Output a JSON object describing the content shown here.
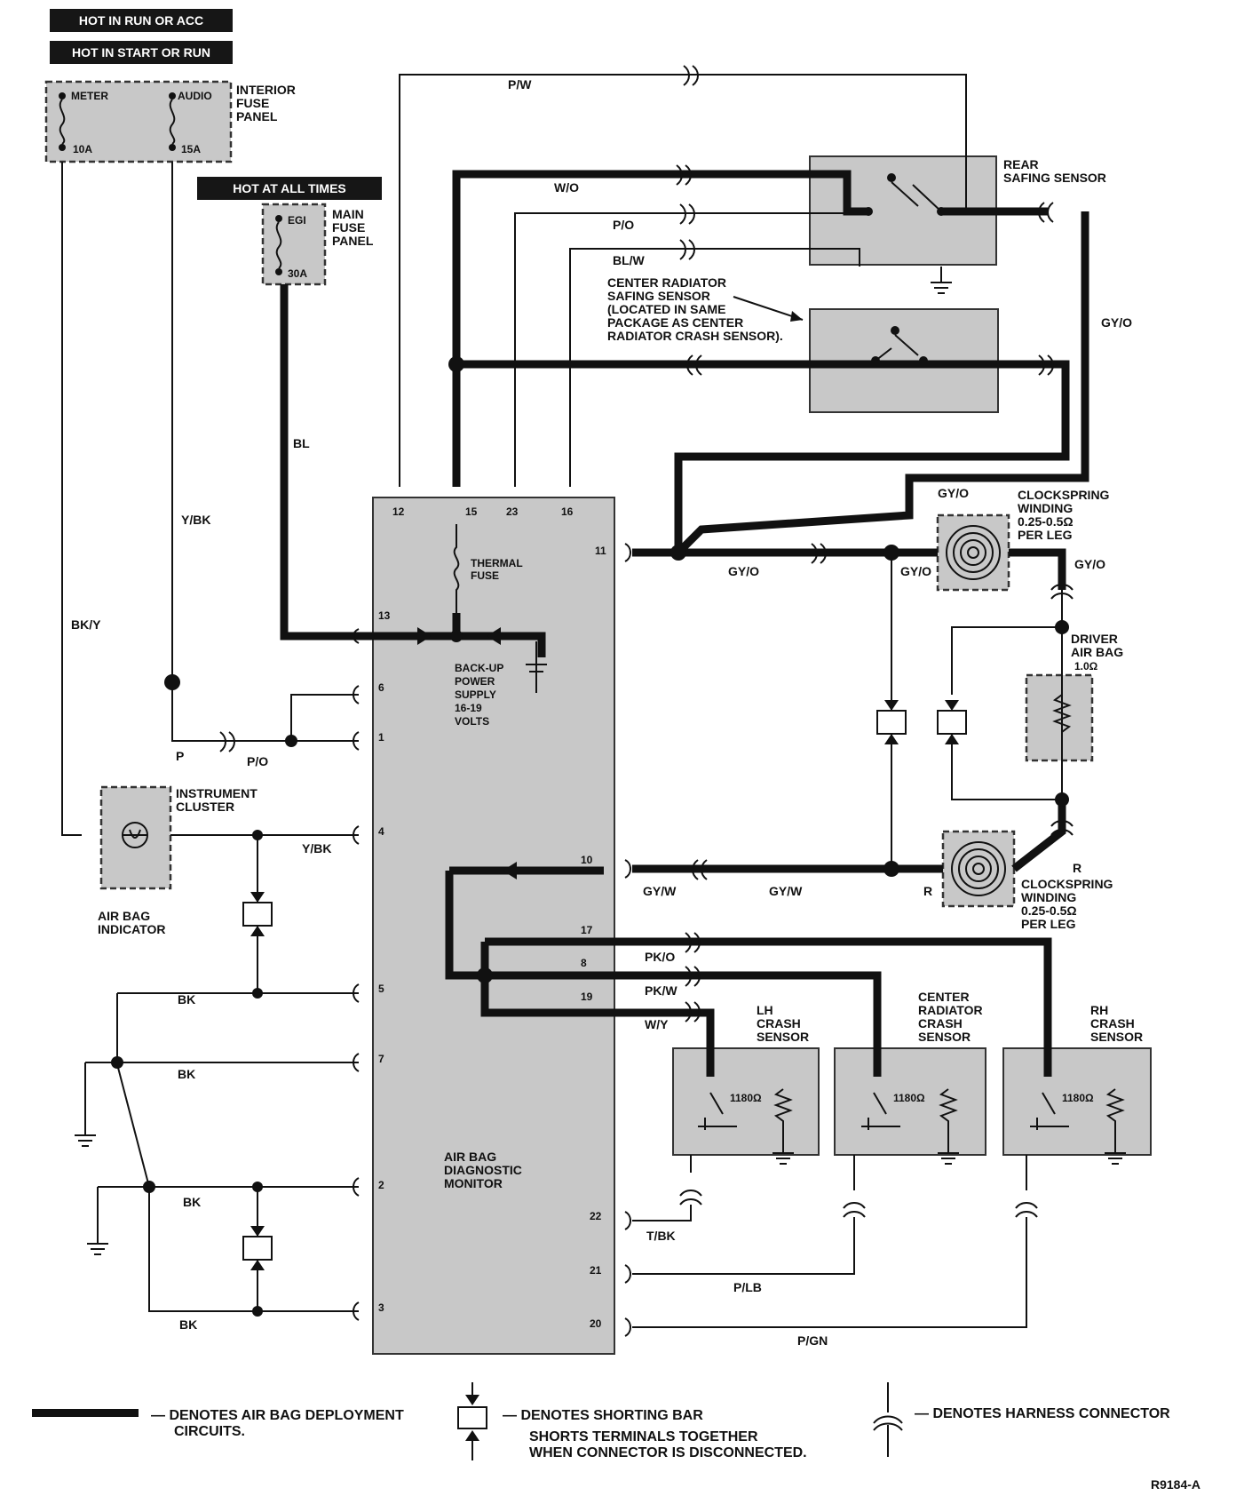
{
  "banners": {
    "run_acc": "HOT IN RUN OR ACC",
    "start_run": "HOT IN START OR RUN",
    "all_times": "HOT AT ALL TIMES"
  },
  "interior_fuse_panel": {
    "label": [
      "INTERIOR",
      "FUSE",
      "PANEL"
    ],
    "fuse_meter": "METER",
    "fuse_meter_amps": "10A",
    "fuse_audio": "AUDIO",
    "fuse_audio_amps": "15A"
  },
  "main_fuse_panel": {
    "label": [
      "MAIN",
      "FUSE",
      "PANEL"
    ],
    "fuse_name": "EGI",
    "fuse_amps": "30A"
  },
  "rear_safing_sensor": [
    "REAR",
    "SAFING SENSOR"
  ],
  "center_radiator_safing_sensor": [
    "CENTER RADIATOR",
    "SAFING SENSOR",
    "(LOCATED IN SAME",
    "PACKAGE AS CENTER",
    "RADIATOR CRASH SENSOR)."
  ],
  "clockspring_upper": [
    "CLOCKSPRING",
    "WINDING",
    "0.25-0.5Ω",
    "PER LEG"
  ],
  "clockspring_lower": [
    "CLOCKSPRING",
    "WINDING",
    "0.25-0.5Ω",
    "PER LEG"
  ],
  "driver_air_bag": [
    "DRIVER",
    "AIR BAG",
    "1.0Ω"
  ],
  "instrument_cluster": [
    "INSTRUMENT",
    "CLUSTER"
  ],
  "air_bag_indicator": [
    "AIR BAG",
    "INDICATOR"
  ],
  "lh_crash_sensor": [
    "LH",
    "CRASH",
    "SENSOR"
  ],
  "center_radiator_crash_sensor": [
    "CENTER",
    "RADIATOR",
    "CRASH",
    "SENSOR"
  ],
  "rh_crash_sensor": [
    "RH",
    "CRASH",
    "SENSOR"
  ],
  "crash_sensor_resistance": "1180Ω",
  "monitor": {
    "label": [
      "AIR BAG",
      "DIAGNOSTIC",
      "MONITOR"
    ],
    "thermal_fuse": [
      "THERMAL",
      "FUSE"
    ],
    "backup_supply": [
      "BACK-UP",
      "POWER",
      "SUPPLY",
      "16-19",
      "VOLTS"
    ],
    "pins_top": [
      "12",
      "15",
      "23",
      "16"
    ],
    "pins_left": [
      "13",
      "6",
      "1",
      "4",
      "5",
      "7",
      "2",
      "3"
    ],
    "pins_right": [
      "11",
      "10",
      "17",
      "8",
      "19",
      "22",
      "21",
      "20"
    ]
  },
  "wire_colors": {
    "pw": "P/W",
    "wo": "W/O",
    "po": "P/O",
    "blw": "BL/W",
    "bl": "BL",
    "ybk_upper": "Y/BK",
    "bky": "BK/Y",
    "p": "P",
    "po_left": "P/O",
    "ybk_lower": "Y/BK",
    "gyo_right": "GY/O",
    "gyo_11": "GY/O",
    "gyo_mid": "GY/O",
    "gyo_upper": "GY/O",
    "gyo_cs": "GY/O",
    "gyw_1": "GY/W",
    "gyw_2": "GY/W",
    "r_1": "R",
    "r_2": "R",
    "pko": "PK/O",
    "pkw": "PK/W",
    "wy": "W/Y",
    "bk_1": "BK",
    "bk_2": "BK",
    "bk_3": "BK",
    "bk_4": "BK",
    "tbk": "T/BK",
    "plb": "P/LB",
    "pgn": "P/GN"
  },
  "legend": {
    "deployment": [
      "— DENOTES AIR BAG DEPLOYMENT",
      "CIRCUITS."
    ],
    "shorting_bar": [
      "— DENOTES SHORTING BAR",
      "SHORTS TERMINALS TOGETHER",
      "WHEN CONNECTOR IS DISCONNECTED."
    ],
    "harness": "— DENOTES HARNESS CONNECTOR"
  },
  "figure_code": "R9184-A"
}
